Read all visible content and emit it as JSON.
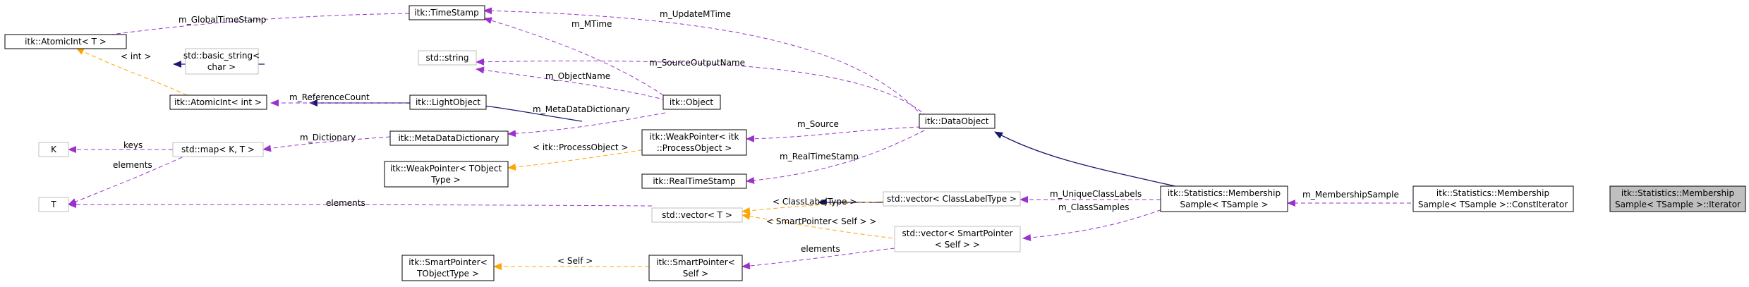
{
  "colors": {
    "inheritance": "#191970",
    "usage": "#9a32cd",
    "template": "#ffa500",
    "focus_fill": "#bfbfbf",
    "gray_border": "#bfbfbf"
  },
  "nodes": {
    "atomicint_t": [
      "itk::AtomicInt< T >"
    ],
    "timestamp": [
      "itk::TimeStamp"
    ],
    "basic_string": [
      "std::basic_string<",
      "char >"
    ],
    "string": [
      "std::string"
    ],
    "atomicint_int": [
      "itk::AtomicInt< int >"
    ],
    "lightobject": [
      "itk::LightObject"
    ],
    "object": [
      "itk::Object"
    ],
    "dataobject": [
      "itk::DataObject"
    ],
    "metadatadictionary": [
      "itk::MetaDataDictionary"
    ],
    "k": [
      "K"
    ],
    "map": [
      "std::map< K, T >"
    ],
    "weakpointer_po": [
      "itk::WeakPointer< itk",
      "::ProcessObject >"
    ],
    "weakpointer_t": [
      "itk::WeakPointer< TObject",
      "Type >"
    ],
    "realtimestamp": [
      "itk::RealTimeStamp"
    ],
    "t": [
      "T"
    ],
    "vector_t": [
      "std::vector< T >"
    ],
    "vector_classlabel": [
      "std::vector< ClassLabelType >"
    ],
    "vector_smartptr": [
      "std::vector< SmartPointer",
      "< Self > >"
    ],
    "smartpointer_t": [
      "itk::SmartPointer<",
      "TObjectType >"
    ],
    "smartpointer_self": [
      "itk::SmartPointer<",
      "Self >"
    ],
    "membership_sample": [
      "itk::Statistics::Membership",
      "Sample< TSample >"
    ],
    "const_iterator": [
      "itk::Statistics::Membership",
      "Sample< TSample >::ConstIterator"
    ],
    "iterator": [
      "itk::Statistics::Membership",
      "Sample< TSample >::Iterator"
    ]
  },
  "edge_labels": {
    "global_timestamp": "m_GlobalTimeStamp",
    "int_tmpl": "< int >",
    "mtime": "m_MTime",
    "update_mtime": "m_UpdateMTime",
    "source_output_name": "m_SourceOutputName",
    "object_name": "m_ObjectName",
    "reference_count": "m_ReferenceCount",
    "metadata_dictionary": "m_MetaDataDictionary",
    "dictionary": "m_Dictionary",
    "keys": "keys",
    "elements_map": "elements",
    "processobject_tmpl": "< itk::ProcessObject >",
    "source": "m_Source",
    "real_timestamp": "m_RealTimeStamp",
    "elements_vector": "elements",
    "classlabeltype_tmpl": "< ClassLabelType >",
    "unique_class_labels": "m_UniqueClassLabels",
    "class_samples": "m_ClassSamples",
    "smartpointer_self_tmpl": "< SmartPointer< Self > >",
    "membership_sample_edge": "m_MembershipSample",
    "elements_smart": "elements",
    "self_tmpl": "< Self >"
  }
}
